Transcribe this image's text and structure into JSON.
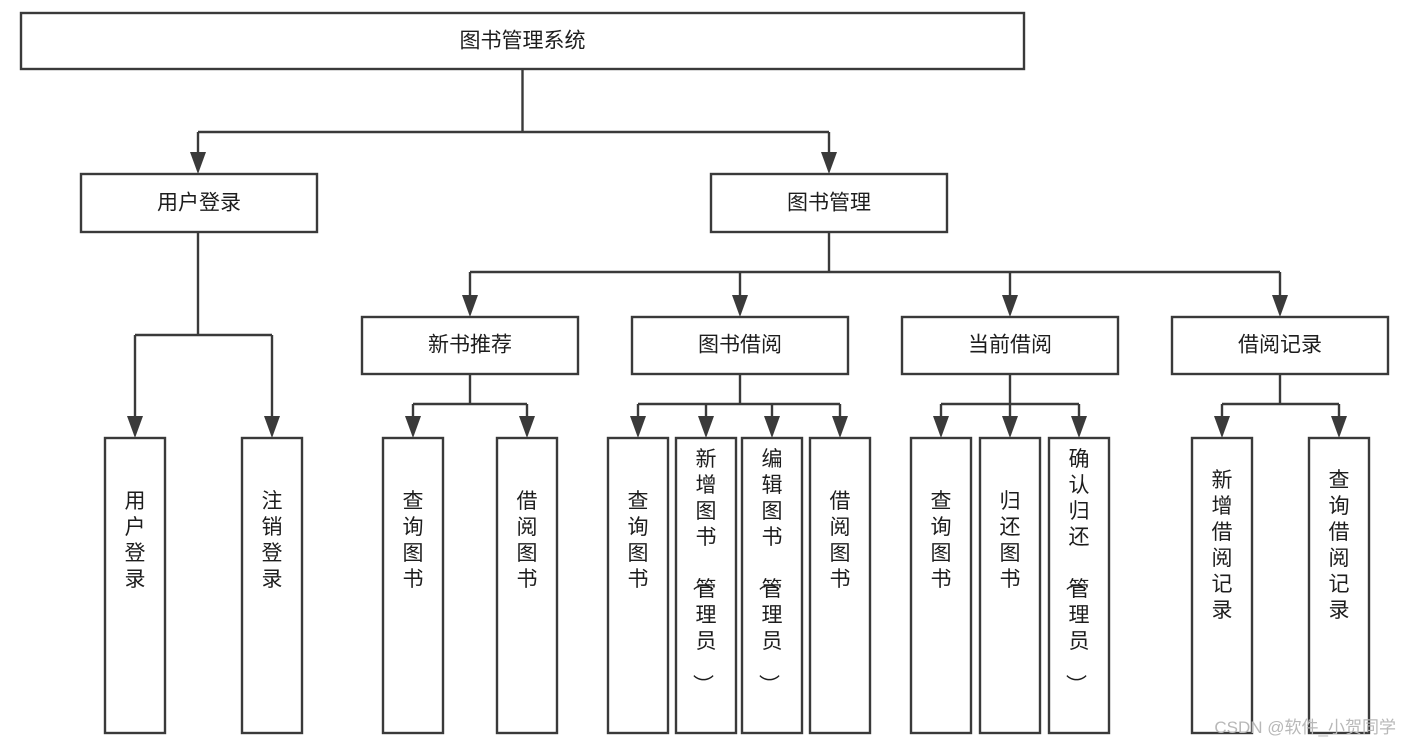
{
  "diagram": {
    "title": "图书管理系统",
    "type": "function-structure-tree",
    "orientation": "top-down",
    "levels": [
      {
        "level": 1,
        "nodes": [
          {
            "id": "root",
            "label": "图书管理系统",
            "text_direction": "horizontal"
          }
        ]
      },
      {
        "level": 2,
        "nodes": [
          {
            "id": "user-login",
            "label": "用户登录",
            "text_direction": "horizontal",
            "parent": "root"
          },
          {
            "id": "book-manage",
            "label": "图书管理",
            "text_direction": "horizontal",
            "parent": "root"
          }
        ]
      },
      {
        "level": 3,
        "nodes": [
          {
            "id": "new-book-rec",
            "label": "新书推荐",
            "text_direction": "horizontal",
            "parent": "book-manage"
          },
          {
            "id": "book-borrow",
            "label": "图书借阅",
            "text_direction": "horizontal",
            "parent": "book-manage"
          },
          {
            "id": "current-borrow",
            "label": "当前借阅",
            "text_direction": "horizontal",
            "parent": "book-manage"
          },
          {
            "id": "borrow-record",
            "label": "借阅记录",
            "text_direction": "horizontal",
            "parent": "book-manage"
          }
        ]
      },
      {
        "level": 4,
        "nodes": [
          {
            "id": "leaf-user-login",
            "label": "用户登录",
            "text_direction": "vertical",
            "parent": "user-login"
          },
          {
            "id": "leaf-logout",
            "label": "注销登录",
            "text_direction": "vertical",
            "parent": "user-login"
          },
          {
            "id": "leaf-query-book-1",
            "label": "查询图书",
            "text_direction": "vertical",
            "parent": "new-book-rec"
          },
          {
            "id": "leaf-borrow-book-1",
            "label": "借阅图书",
            "text_direction": "vertical",
            "parent": "new-book-rec"
          },
          {
            "id": "leaf-query-book-2",
            "label": "查询图书",
            "text_direction": "vertical",
            "parent": "book-borrow"
          },
          {
            "id": "leaf-add-book",
            "label": "新增图书（管理员）",
            "text_direction": "vertical",
            "parent": "book-borrow"
          },
          {
            "id": "leaf-edit-book",
            "label": "编辑图书（管理员）",
            "text_direction": "vertical",
            "parent": "book-borrow"
          },
          {
            "id": "leaf-borrow-book-2",
            "label": "借阅图书",
            "text_direction": "vertical",
            "parent": "book-borrow"
          },
          {
            "id": "leaf-query-book-3",
            "label": "查询图书",
            "text_direction": "vertical",
            "parent": "current-borrow"
          },
          {
            "id": "leaf-return-book",
            "label": "归还图书",
            "text_direction": "vertical",
            "parent": "current-borrow"
          },
          {
            "id": "leaf-confirm-return",
            "label": "确认归还（管理员）",
            "text_direction": "vertical",
            "parent": "current-borrow"
          },
          {
            "id": "leaf-add-record",
            "label": "新增借阅记录",
            "text_direction": "vertical",
            "parent": "borrow-record"
          },
          {
            "id": "leaf-query-record",
            "label": "查询借阅记录",
            "text_direction": "vertical",
            "parent": "borrow-record"
          }
        ]
      }
    ]
  },
  "watermark": {
    "text": "CSDN @软件_小贺同学"
  },
  "colors": {
    "stroke": "#3a3a3a",
    "box_fill": "#ffffff",
    "text": "#1d1d1d",
    "background": "#ffffff",
    "watermark": "#b8b8b8"
  }
}
